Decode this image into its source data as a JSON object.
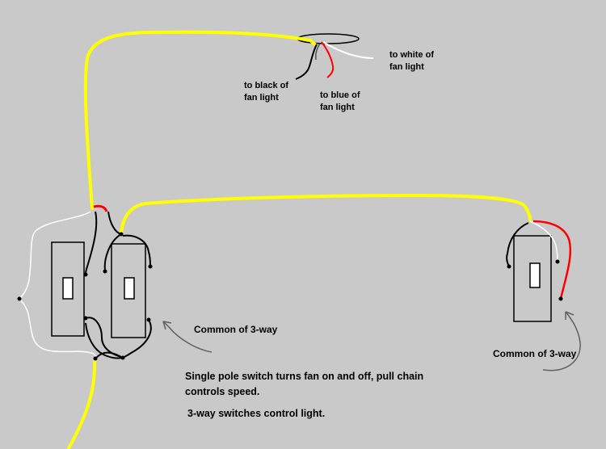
{
  "labels": {
    "to_white": [
      "to white of",
      "fan light"
    ],
    "to_black": [
      "to black of",
      "fan light"
    ],
    "to_blue": [
      "to blue of",
      "fan  light"
    ],
    "common_left": "Common of 3-way",
    "common_right": "Common of 3-way",
    "note": [
      "Single pole switch turns fan on and off, pull chain",
      "controls speed."
    ],
    "note2": "3-way switches control light."
  },
  "colors": {
    "background": "#c9c9c9",
    "hot_yellow": "#ffff00",
    "traveler_red": "#ff0000",
    "neutral_white": "#ffffff",
    "black": "#000000",
    "gray": "#505050"
  }
}
